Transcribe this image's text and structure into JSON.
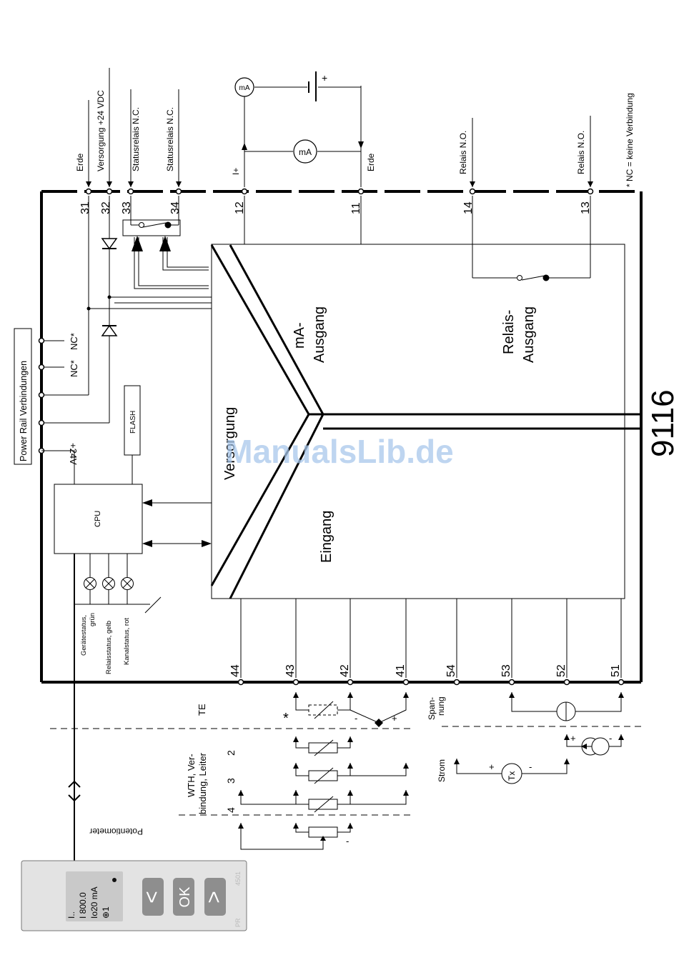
{
  "model_number": "9116",
  "watermark": "ManualsLib.de",
  "footnote": "* NC = keine Verbindung",
  "power_rail": {
    "title": "Power Rail Verbindungen",
    "nc_label_1": "NC*",
    "nc_label_2": "NC*",
    "v24_label": "+24V"
  },
  "top_terminals": [
    {
      "number": "31",
      "label": "Erde"
    },
    {
      "number": "32",
      "label": "Versorgung +24 VDC"
    },
    {
      "number": "33",
      "label": "Statusrelais N.C."
    },
    {
      "number": "34",
      "label": "Statusrelais N.C."
    },
    {
      "number": "12",
      "label": "I+"
    },
    {
      "number": "11",
      "label": "Erde"
    },
    {
      "number": "14",
      "label": "Relais N.O."
    },
    {
      "number": "13",
      "label": "Relais N.O."
    }
  ],
  "bottom_terminals": [
    "44",
    "43",
    "42",
    "41",
    "54",
    "53",
    "52",
    "51"
  ],
  "meter_label": "mA",
  "battery_plus": "+",
  "blocks": {
    "cpu": "CPU",
    "flash": "FLASH",
    "versorgung": "Versorgung",
    "eingang": "Eingang",
    "ma_ausgang_1": "mA-",
    "ma_ausgang_2": "Ausgang",
    "relais_ausgang_1": "Relais-",
    "relais_ausgang_2": "Ausgang"
  },
  "leds": [
    {
      "label_1": "Gerätestatus,",
      "label_2": "grün"
    },
    {
      "label_1": "Relaisstatus, gelb",
      "label_2": ""
    },
    {
      "label_1": "Kanalstatus, rot",
      "label_2": ""
    }
  ],
  "input_section": {
    "te": "TE",
    "wth_1": "WTH, Ver-",
    "wth_2": "bindung, Leiter",
    "wires_2": "2",
    "wires_3": "3",
    "wires_4": "4",
    "potentiometer": "Potentiometer",
    "spannung_1": "Span-",
    "spannung_2": "nung",
    "strom": "Strom",
    "tx": "Tx",
    "plus": "+",
    "minus": "-",
    "star": "*"
  },
  "display_module": {
    "brand": "PR",
    "model": "4501",
    "line_1": "I..",
    "line_2": "I 800.0",
    "line_3": "Io20 mA",
    "line_4": "⊕1",
    "buttons": [
      {
        "label": "<"
      },
      {
        "label": "OK"
      },
      {
        "label": ">"
      }
    ]
  }
}
